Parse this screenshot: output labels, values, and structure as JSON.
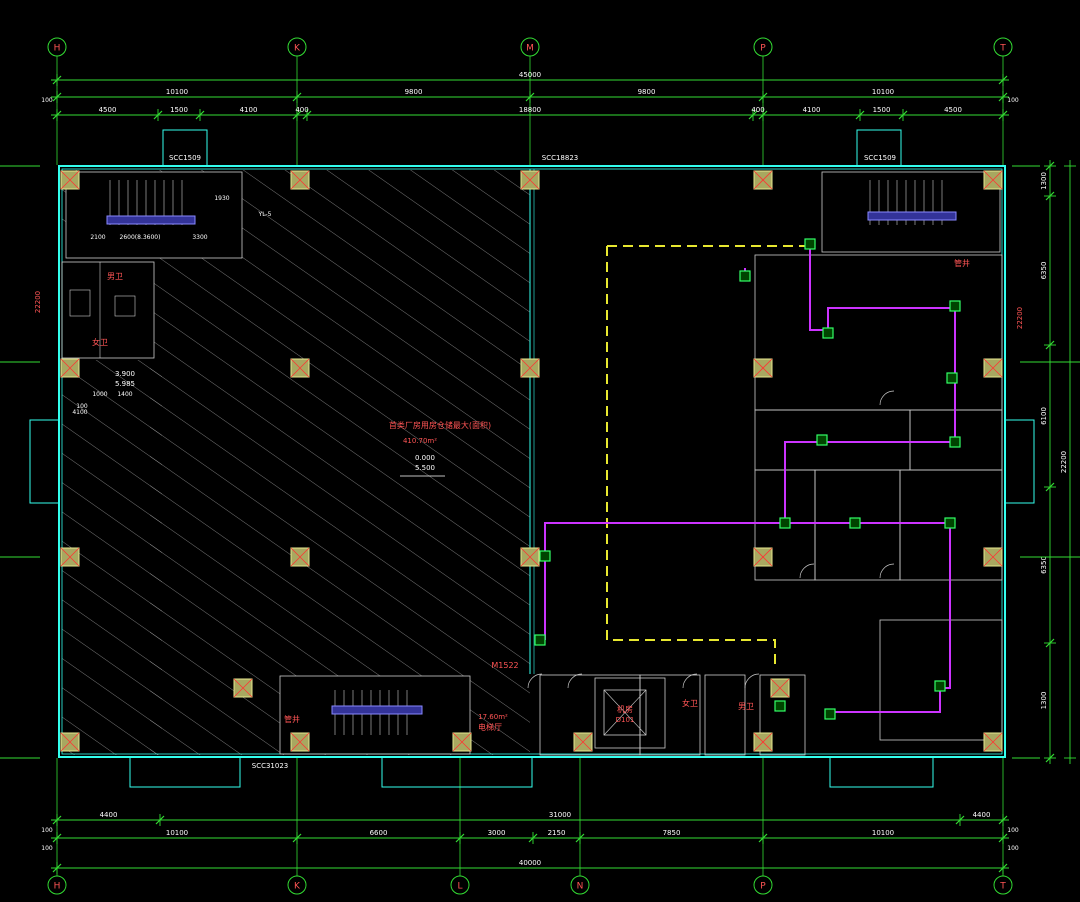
{
  "colors": {
    "background": "#000000",
    "dimension": "#33dd33",
    "wall": "#33ffee",
    "column": "#e8e890",
    "column_mark": "#ff3333",
    "hatch": "#bbbbbb",
    "pipe": "#cc33ff",
    "dashed": "#e8e830",
    "text": "#ffffff",
    "label": "#ff5555",
    "room": "#cccccc"
  },
  "grid_axes": {
    "top": [
      "H",
      "K",
      "M",
      "P",
      "T"
    ],
    "bottom": [
      "H",
      "K",
      "L",
      "N",
      "P",
      "T"
    ]
  },
  "top_dims": {
    "overall": "45000",
    "row2": [
      "10100",
      "9800",
      "9800",
      "10100"
    ],
    "row3": [
      "4500",
      "1500",
      "4100",
      "400",
      "18800",
      "400",
      "4100",
      "1500",
      "4500"
    ],
    "edge_left": "100",
    "edge_right": "100"
  },
  "bottom_dims": {
    "row1": [
      "4400",
      "31000",
      "4400"
    ],
    "row2": [
      "10100",
      "6600",
      "3000",
      "2150",
      "7850",
      "10100"
    ],
    "overall": "40000",
    "edge": [
      "100",
      "100",
      "100",
      "100"
    ]
  },
  "left_dims": {
    "a": "22200",
    "b": "100"
  },
  "right_dims": {
    "segments": [
      "1300",
      "6350",
      "6100",
      "6350",
      "1300"
    ],
    "overall": "22200",
    "side_label": "22200"
  },
  "labels": {
    "scc_top_left": "SCC1509",
    "scc_top_center": "SCC18823",
    "scc_top_right": "SCC1509",
    "scc_bottom": "SCC31023",
    "m1522": "M1522",
    "hall_text": "首类厂房用房仓储最大(面积)",
    "hall_area": "410.70m²",
    "elev_level": "0.000",
    "elev_sub": "5.500",
    "elevator_hall": "电梯厅",
    "elevator_area": "17.60m²",
    "equipment": "机房",
    "equipment_code": "D101",
    "toilet_f": "女卫",
    "toilet_m": "男卫",
    "duct": "管井",
    "duct_b": "管井",
    "left_toilet": "男卫",
    "left_toilet_b": "女卫",
    "dim_1930": "1930",
    "dim_2100": "2100",
    "dim_2600": "2600(8.3600)",
    "dim_3300": "3300",
    "yl": "YL-5",
    "lvl_3900": "3.900",
    "lvl_5985": "5.985",
    "dim_4100": "4100",
    "dim_1400": "1400",
    "dim_1000": "1000"
  }
}
